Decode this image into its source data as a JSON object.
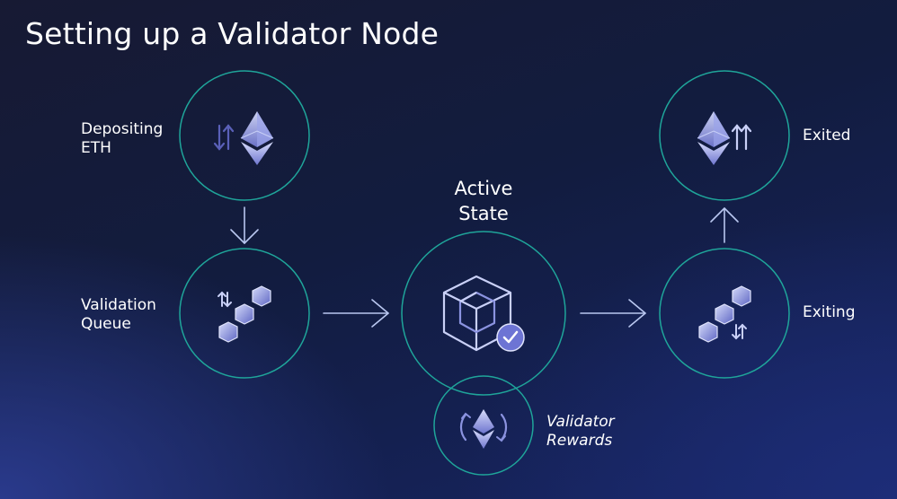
{
  "title": "Setting up a Validator Node",
  "colors": {
    "ring": "#1fa59a",
    "arrow": "#b9c7f0",
    "icon_light": "#c9d0f7",
    "icon_mid": "#8b93e0",
    "icon_dark": "#5a60b8"
  },
  "nodes": {
    "depositing": {
      "label_line1": "Depositing",
      "label_line2": "ETH",
      "icon": "eth-deposit-icon"
    },
    "validation_queue": {
      "label_line1": "Validation",
      "label_line2": "Queue",
      "icon": "cubes-queue-icon"
    },
    "active_state": {
      "label_line1": "Active",
      "label_line2": "State",
      "icon": "cube-check-icon"
    },
    "validator_rewards": {
      "label_line1": "Validator",
      "label_line2": "Rewards",
      "icon": "eth-rewards-icon"
    },
    "exiting": {
      "label": "Exiting",
      "icon": "cubes-exiting-icon"
    },
    "exited": {
      "label": "Exited",
      "icon": "eth-exit-icon"
    }
  }
}
